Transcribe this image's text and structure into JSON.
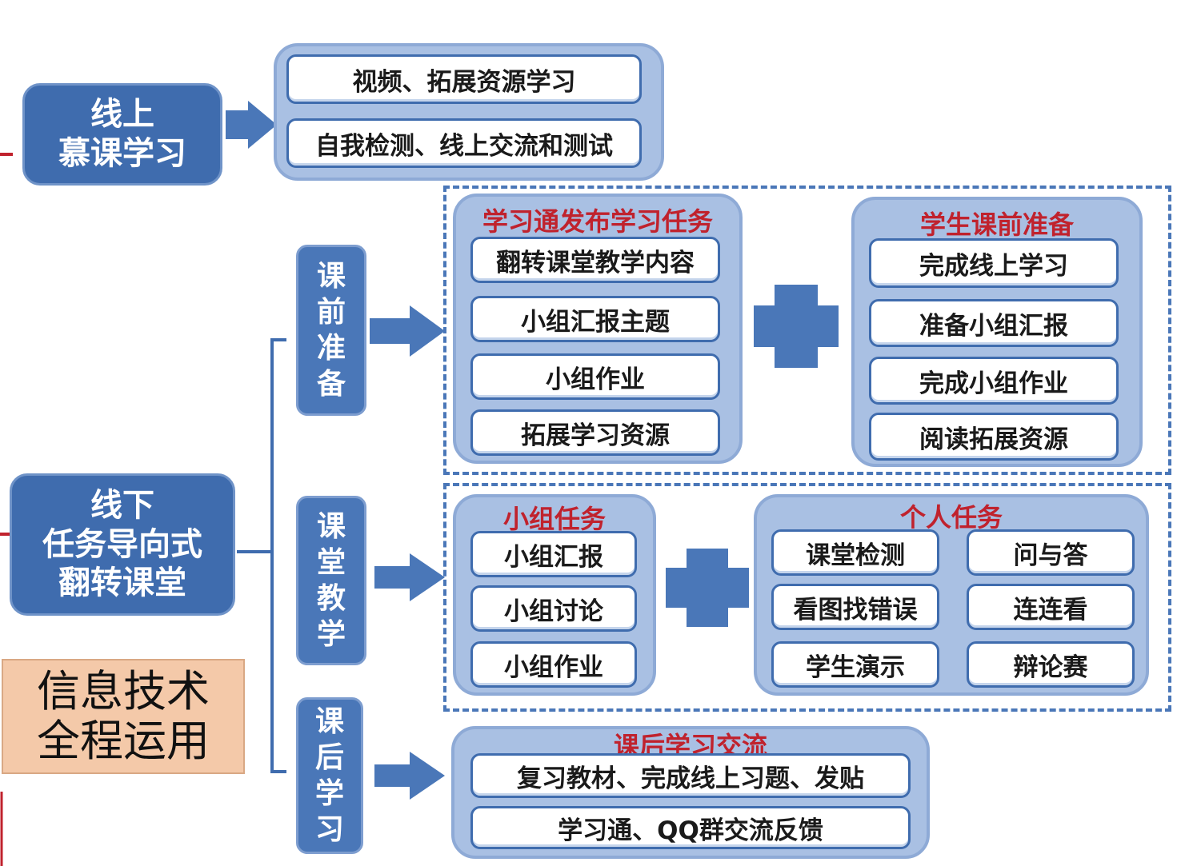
{
  "online": {
    "label_line1": "线上",
    "label_line2": "慕课学习",
    "items": [
      "视频、拓展资源学习",
      "自我检测、线上交流和测试"
    ]
  },
  "offline": {
    "label_line1": "线下",
    "label_line2": "任务导向式",
    "label_line3": "翻转课堂"
  },
  "note": {
    "line1": "信息技术",
    "line2": "全程运用"
  },
  "stages": {
    "pre_class": [
      "课",
      "前",
      "准",
      "备"
    ],
    "in_class": [
      "课",
      "堂",
      "教",
      "学"
    ],
    "after_class": [
      "课",
      "后",
      "学",
      "习"
    ]
  },
  "pre_class": {
    "teacher_title": "学习通发布学习任务",
    "teacher_items": [
      "翻转课堂教学内容",
      "小组汇报主题",
      "小组作业",
      "拓展学习资源"
    ],
    "student_title": "学生课前准备",
    "student_items": [
      "完成线上学习",
      "准备小组汇报",
      "完成小组作业",
      "阅读拓展资源"
    ]
  },
  "in_class": {
    "group_title": "小组任务",
    "group_items": [
      "小组汇报",
      "小组讨论",
      "小组作业"
    ],
    "individual_title": "个人任务",
    "individual_items": [
      "课堂检测",
      "问与答",
      "看图找错误",
      "连连看",
      "学生演示",
      "辩论赛"
    ]
  },
  "after_class": {
    "title": "课后学习交流",
    "items": [
      "复习教材、完成线上习题、发贴",
      "学习通、QQ群交流反馈"
    ]
  },
  "colors": {
    "primary": "#3f6cae",
    "panel": "#a9c0e3",
    "title_red": "#c0222d",
    "note_bg": "#f4c9a9"
  }
}
